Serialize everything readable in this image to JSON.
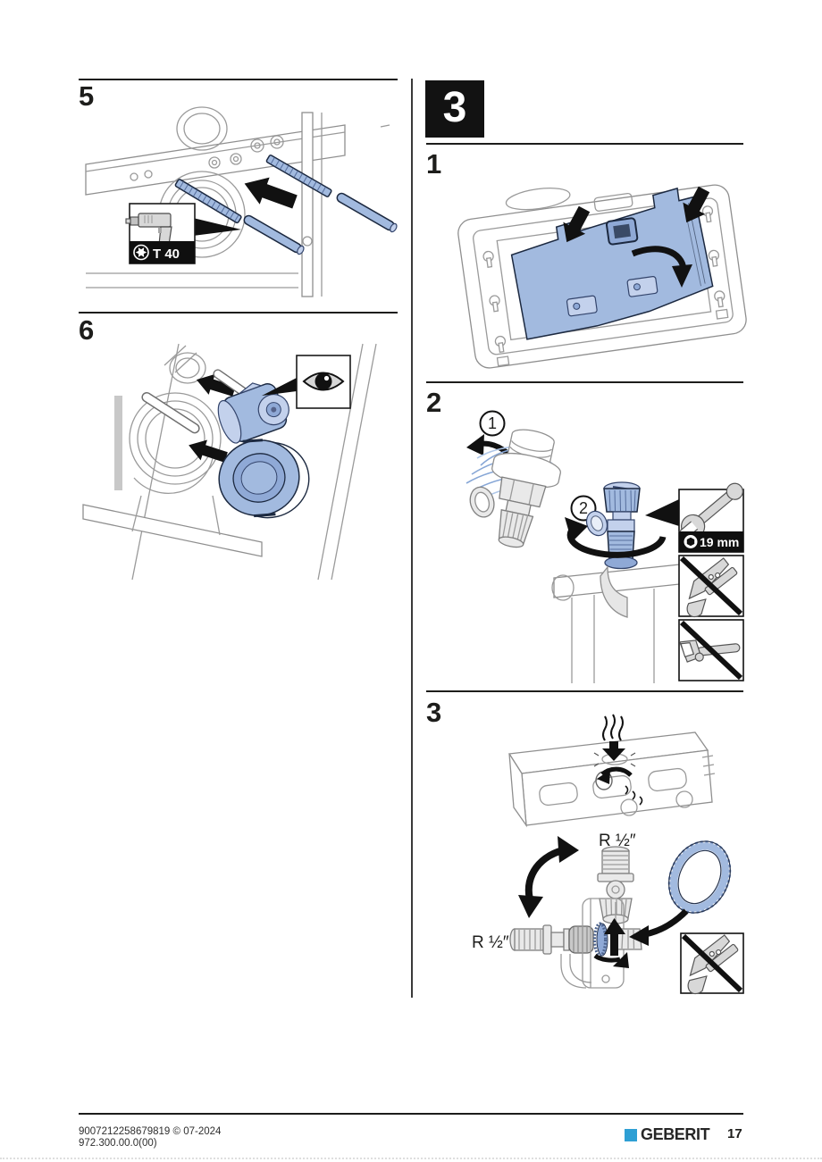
{
  "left_column": {
    "step5": {
      "number": "5",
      "tool_box": {
        "label": "T 40"
      }
    },
    "step6": {
      "number": "6"
    }
  },
  "right_column": {
    "chapter": {
      "number": "3"
    },
    "step1": {
      "number": "1"
    },
    "step2": {
      "number": "2",
      "callout1": "1",
      "callout2": "2",
      "wrench_box": {
        "label": "19 mm"
      }
    },
    "step3": {
      "number": "3",
      "thread_label_top": "R ½″",
      "thread_label_left": "R ½″"
    }
  },
  "footer": {
    "doc_number": "9007212258679819 © 07-2024",
    "doc_code": "972.300.00.0(00)",
    "brand": "GEBERIT",
    "page": "17"
  },
  "colors": {
    "part_blue": "#a2badf",
    "brand_blue": "#2e9fd4",
    "ink": "#1d1d1b"
  }
}
